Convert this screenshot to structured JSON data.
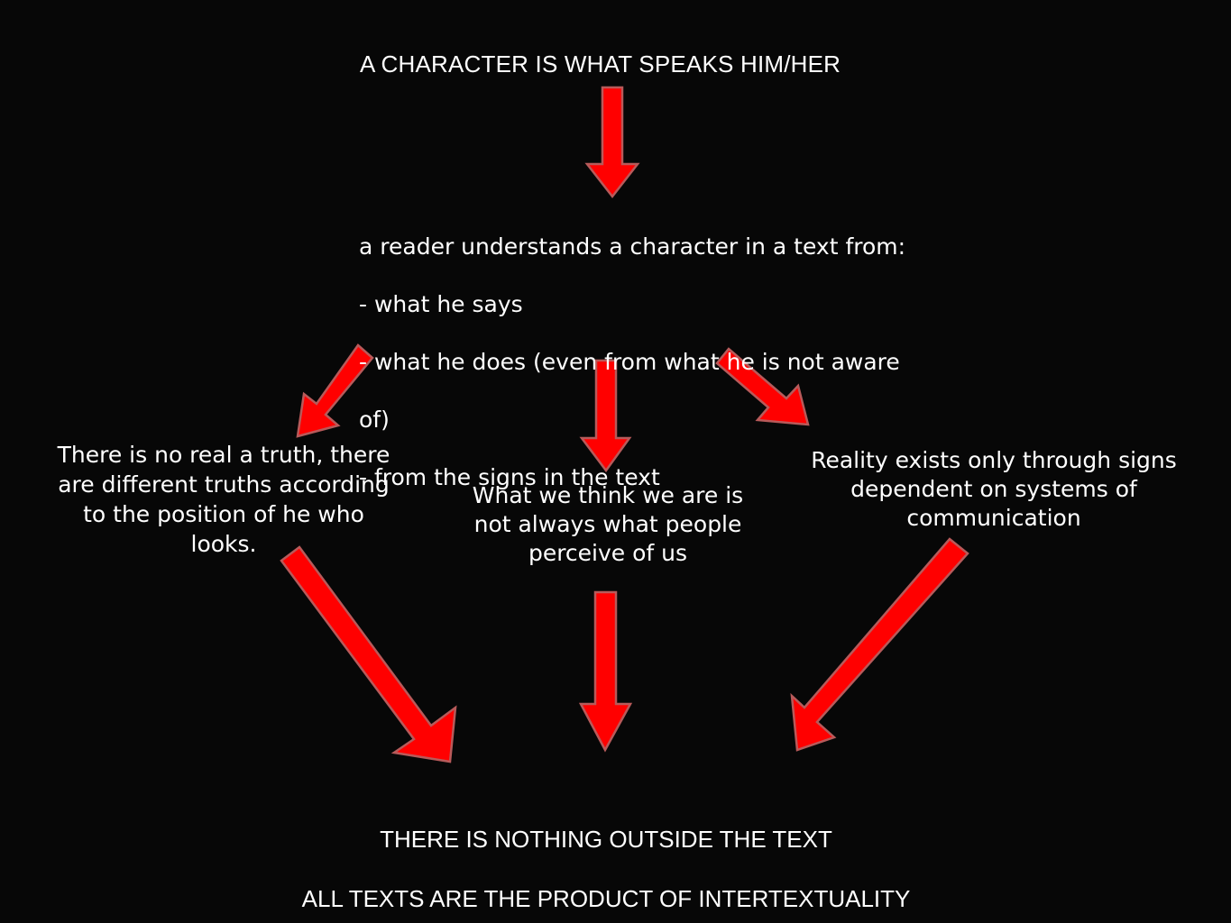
{
  "diagram": {
    "title": "A CHARACTER IS WHAT SPEAKS HIM/HER",
    "reader_block": {
      "lines": [
        "a reader understands a character in a text from:",
        "- what he says",
        "- what he does (even from what he is not aware",
        "of)",
        "- from the signs in the text"
      ]
    },
    "branches": {
      "left": "There is no real a truth, there\nare different truths according\nto the position of he who\nlooks.",
      "center": "What we think we are is\nnot always what people\nperceive of us",
      "right": "Reality exists only through signs\ndependent on systems of\ncommunication"
    },
    "conclusion": {
      "line1": "THERE IS NOTHING OUTSIDE THE TEXT",
      "line2": "ALL TEXTS ARE THE PRODUCT OF INTERTEXTUALITY"
    },
    "colors": {
      "background": "#070707",
      "text": "#ffffff",
      "arrow_fill": "#ff0000",
      "arrow_outline": "#b85a5a"
    }
  }
}
